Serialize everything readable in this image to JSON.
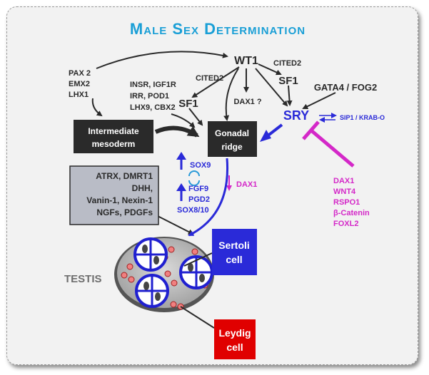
{
  "title": "Male Sex Determination",
  "colors": {
    "title": "#1a9fd6",
    "dark": "#2a2a2a",
    "blue": "#2a2ad8",
    "magenta": "#d428c8",
    "red": "#e00000",
    "grey_box": "#b9bcc6"
  },
  "nodes": {
    "wt1": "WT1",
    "cited2_right": "CITED2",
    "cited2_left": "CITED2",
    "sf1_right": "SF1",
    "sf1_left": "SF1",
    "gata4_fog2": "GATA4 / FOG2",
    "dax1_q": "DAX1 ?",
    "sry": "SRY",
    "sip1_krab": "SIP1  /  KRAB-O",
    "pax_list": [
      "PAX 2",
      "EMX2",
      "LHX1"
    ],
    "insr_list": [
      "INSR, IGF1R",
      "IRR, POD1",
      "LHX9, CBX2"
    ],
    "intermediate_mesoderm": [
      "Intermediate",
      "mesoderm"
    ],
    "gonadal_ridge": [
      "Gonadal",
      "ridge"
    ],
    "blue_factors": [
      "SOX9",
      "FGF9",
      "PGD2",
      "SOX8/10"
    ],
    "dax1_down": "DAX1",
    "inhibitors": [
      "DAX1",
      "WNT4",
      "RSPO1",
      "β-Catenin",
      "FOXL2"
    ],
    "grey_box": [
      "ATRX, DMRT1",
      "DHH,",
      "Vanin-1, Nexin-1",
      "NGFs, PDGFs"
    ],
    "testis": "TESTIS",
    "sertoli": [
      "Sertoli",
      "cell"
    ],
    "leydig": [
      "Leydig",
      "cell"
    ]
  }
}
